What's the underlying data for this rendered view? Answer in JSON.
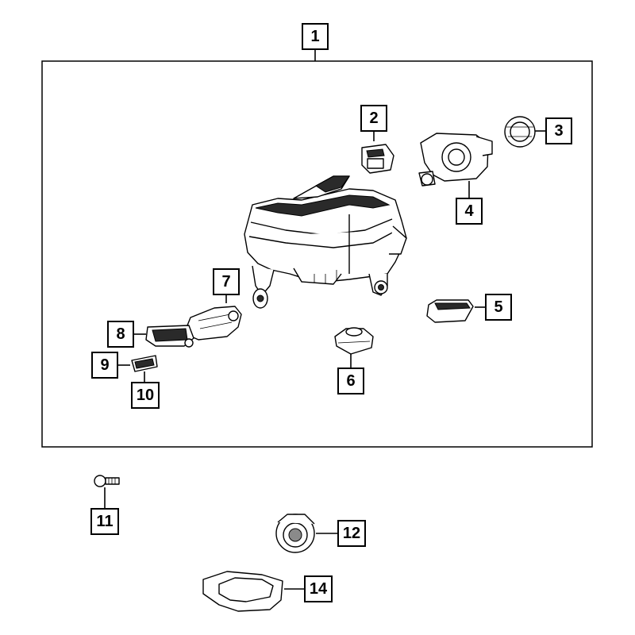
{
  "diagram": {
    "callouts": {
      "c1": "1",
      "c2": "2",
      "c3": "3",
      "c4": "4",
      "c5": "5",
      "c6": "6",
      "c7": "7",
      "c8": "8",
      "c9": "9",
      "c10": "10",
      "c11": "11",
      "c12": "12",
      "c14": "14"
    }
  }
}
